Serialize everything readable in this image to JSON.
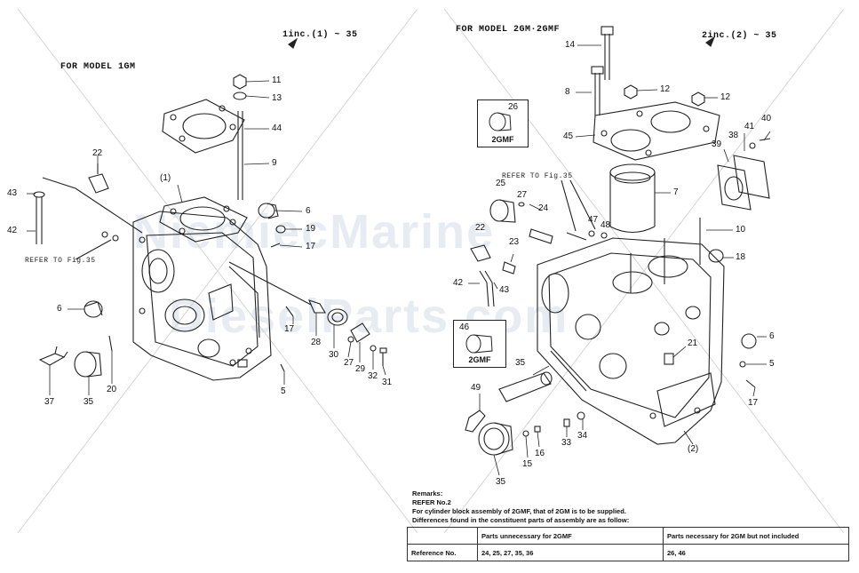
{
  "headers": {
    "left_model": "FOR MODEL 1GM",
    "left_range": "1inc.(1) ~ 35",
    "right_model": "FOR MODEL 2GM·2GMF",
    "right_range": "2inc.(2) ~ 35"
  },
  "refer_fig": "REFER TO Fig.35",
  "insets": {
    "inset_26": {
      "num": "26",
      "label": "2GMF"
    },
    "inset_46": {
      "num": "46",
      "label": "2GMF"
    }
  },
  "watermark": {
    "line1": "NiemiecMarine",
    "line2": "DieselParts.com"
  },
  "left_callouts": {
    "c11": "11",
    "c13": "13",
    "c44": "44",
    "c9": "9",
    "c22": "22",
    "c1": "(1)",
    "c43": "43",
    "c42": "42",
    "c6a": "6",
    "c19": "19",
    "c17a": "17",
    "c6b": "6",
    "c17b": "17",
    "c28": "28",
    "c30": "30",
    "c27": "27",
    "c29": "29",
    "c32": "32",
    "c31": "31",
    "c37": "37",
    "c35": "35",
    "c20": "20",
    "c5": "5"
  },
  "right_callouts": {
    "c14": "14",
    "c8": "8",
    "c12a": "12",
    "c12b": "12",
    "c45": "45",
    "c41": "41",
    "c40": "40",
    "c39": "39",
    "c38": "38",
    "c7": "7",
    "c25": "25",
    "c27": "27",
    "c24": "24",
    "c47": "47",
    "c48": "48",
    "c10": "10",
    "c22": "22",
    "c23": "23",
    "c18": "18",
    "c42": "42",
    "c43": "43",
    "c6": "6",
    "c5": "5",
    "c21": "21",
    "c35a": "35",
    "c49": "49",
    "c17": "17",
    "c34": "34",
    "c33": "33",
    "c16": "16",
    "c15": "15",
    "c2": "(2)",
    "c35b": "35"
  },
  "remarks": {
    "title": "Remarks:",
    "line1": "REFER No.2",
    "line2": "For cylinder block assembly of 2GMF, that of 2GM is to be supplied.",
    "line3": "Differences found in the constituent parts of assembly are as follow:"
  },
  "table": {
    "col1_header": "Parts unnecessary for 2GMF",
    "col2_header": "Parts necessary for 2GM but not included",
    "row_label": "Reference No.",
    "col1_value": "24, 25, 27, 35, 36",
    "col2_value": "26, 46"
  }
}
